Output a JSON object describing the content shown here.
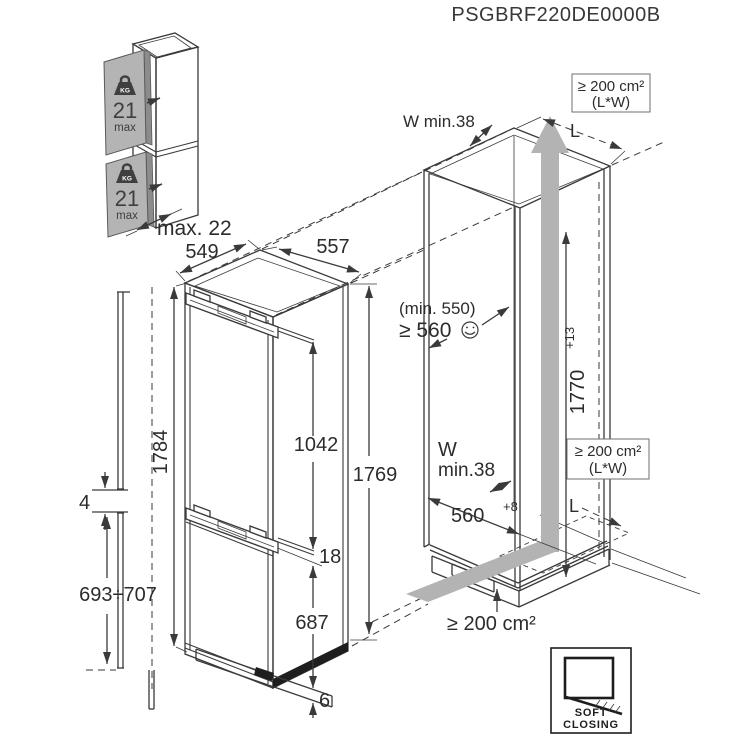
{
  "title": "PSGBRF220DE0000B",
  "colors": {
    "line": "#3a3a3a",
    "panel_gray": "#b4b4b4",
    "airflow_gray": "#b3b3b3",
    "text": "#2c2c2c"
  },
  "transport": {
    "door_badges": [
      {
        "kg": "KG",
        "value": "21",
        "unit": "max"
      },
      {
        "kg": "KG",
        "value": "21",
        "unit": "max"
      }
    ],
    "depth_max": "max. 22"
  },
  "appliance": {
    "depth": "549",
    "width": "557",
    "total_height": "1784",
    "upper_door_height": "1042",
    "appliance_height": "1769",
    "hinge_offset": "18",
    "lower_door_height": "687",
    "bottom_clearance": "6",
    "door_gap": "4",
    "plinth_door_range": "693÷707"
  },
  "niche": {
    "wall_top": "W min.38",
    "top_vent_line1": "≥ 200 cm²",
    "top_vent_line2": "(L*W)",
    "top_vent_length": "L",
    "depth_min": "(min. 550)",
    "depth_recommended": "≥ 560",
    "height_value": "1770",
    "height_tolerance": "+13",
    "wall_mid_line1": "W",
    "wall_mid_line2": "min.38",
    "width_value": "560",
    "width_tolerance": "+8",
    "side_vent_line1": "≥ 200 cm²",
    "side_vent_line2": "(L*W)",
    "bottom_vent_length": "L",
    "bottom_vent_area": "≥ 200 cm²"
  },
  "features": {
    "soft_closing_line1": "SOFT",
    "soft_closing_line2": "CLOSING"
  }
}
